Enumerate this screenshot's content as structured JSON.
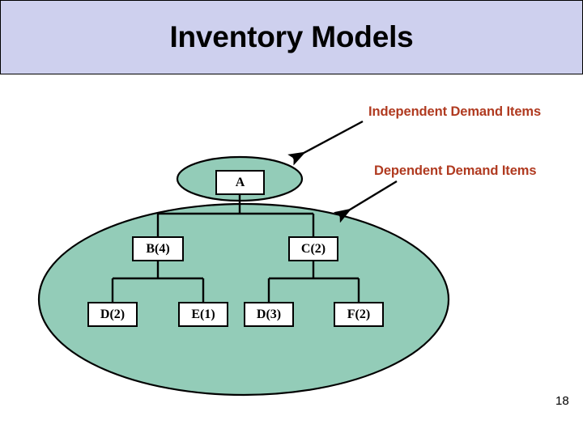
{
  "slide": {
    "title": "Inventory Models",
    "page_number": "18",
    "title_bg_color": "#ced0ee",
    "ellipse_fill_color": "#93ccb8",
    "annotation_color": "#b03a20",
    "node_fill_color": "#ffffff",
    "line_color": "#000000"
  },
  "annotations": [
    {
      "id": "independent",
      "label": "Independent Demand Items",
      "target": "top-ellipse"
    },
    {
      "id": "dependent",
      "label": "Dependent Demand Items",
      "target": "bottom-ellipse"
    }
  ],
  "bom_tree": {
    "root": {
      "id": "A",
      "label": "A"
    },
    "level1": [
      {
        "id": "B",
        "label": "B(4)"
      },
      {
        "id": "C",
        "label": "C(2)"
      }
    ],
    "level2": [
      {
        "id": "D2",
        "label": "D(2)",
        "parent": "B"
      },
      {
        "id": "E1",
        "label": "E(1)",
        "parent": "B"
      },
      {
        "id": "D3",
        "label": "D(3)",
        "parent": "C"
      },
      {
        "id": "F2",
        "label": "F(2)",
        "parent": "C"
      }
    ]
  },
  "groupings": [
    {
      "id": "top-ellipse",
      "contains": [
        "A"
      ]
    },
    {
      "id": "bottom-ellipse",
      "contains": [
        "B",
        "C",
        "D2",
        "E1",
        "D3",
        "F2"
      ]
    }
  ]
}
